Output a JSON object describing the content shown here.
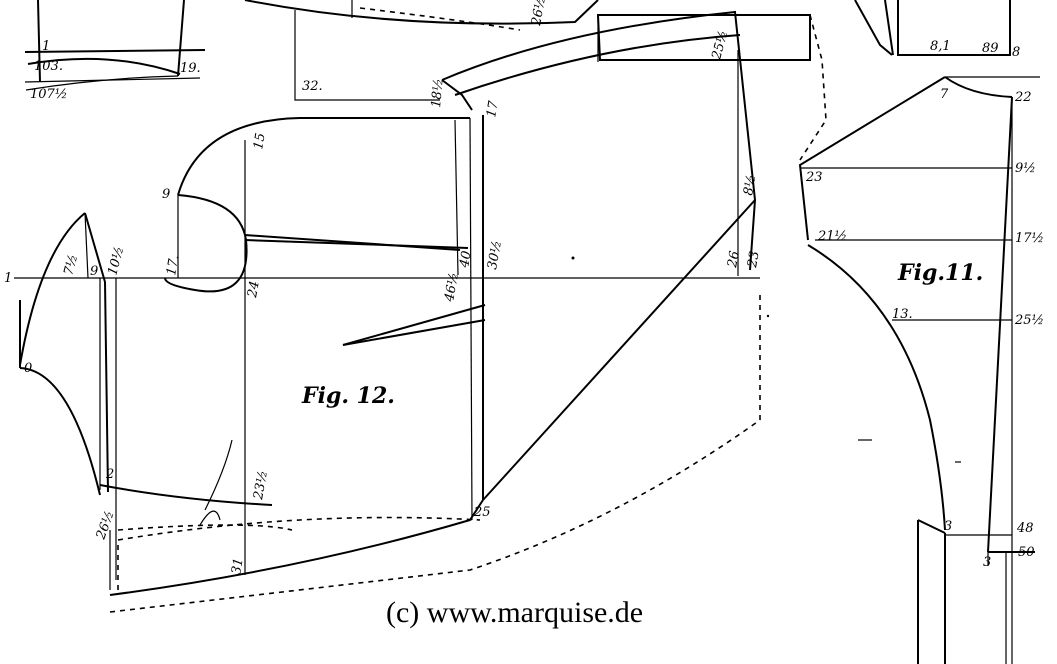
{
  "figures": {
    "fig12": "Fig. 12.",
    "fig11": "Fig.11."
  },
  "watermark": "(c) www.marquise.de",
  "labels": {
    "top_left": [
      "1",
      "103.",
      "107½",
      "19."
    ],
    "top_middle": [
      "32.",
      "18½",
      "17",
      "25½",
      "26½",
      "8,1",
      "89",
      "8"
    ],
    "fig12": [
      "9",
      "15",
      "1",
      "7½",
      "9",
      "10½",
      "17.",
      "24",
      "46½",
      "40",
      "30½",
      "26",
      "23",
      "8½",
      "0",
      "2",
      "23½",
      "26½",
      "31",
      "25"
    ],
    "fig11": [
      "7",
      "22",
      "23",
      "9½",
      "21½",
      "17½",
      "13.",
      "25½",
      "3",
      "48",
      "3",
      "50"
    ]
  }
}
